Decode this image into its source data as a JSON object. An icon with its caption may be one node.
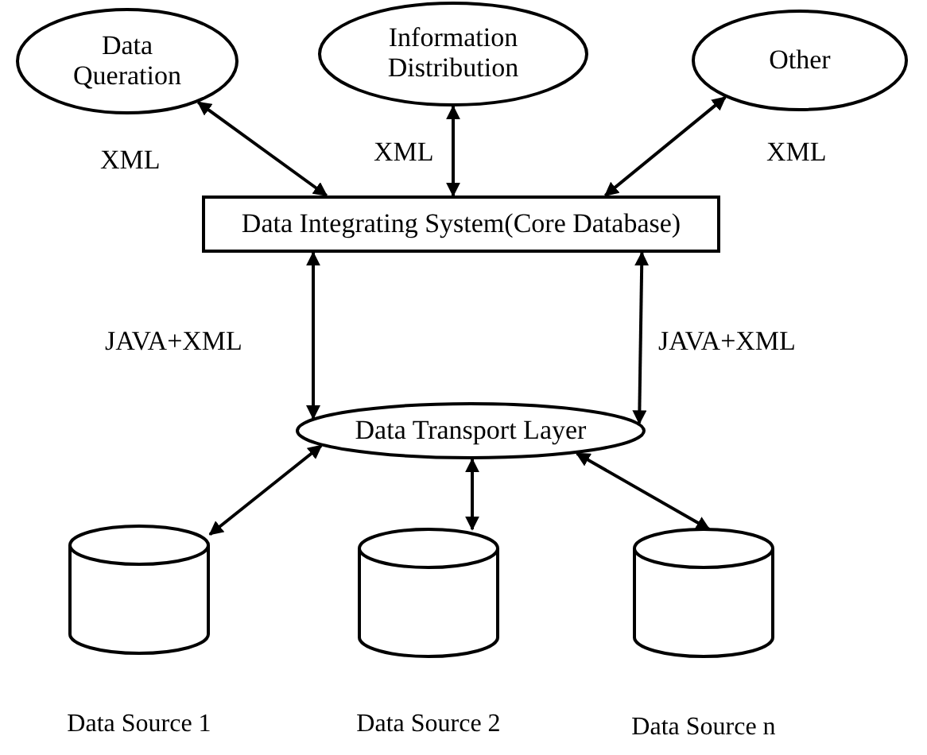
{
  "diagram": {
    "nodes": [
      {
        "text": [
          "Data Queration"
        ]
      },
      {
        "text": [
          "Information Distribution"
        ]
      },
      {
        "text": [
          "Other"
        ]
      },
      {
        "text": [
          "Data Integrating System(Core Database)"
        ]
      },
      {
        "text": [
          "Data Transport Layer"
        ]
      },
      {
        "text": [
          "Data Source 1"
        ]
      },
      {
        "text": [
          "Data Source 2"
        ]
      },
      {
        "text": [
          "Data Source n"
        ]
      }
    ],
    "edges": [
      {
        "from": 0,
        "to": 3,
        "arrow": "both",
        "label": "XML"
      },
      {
        "from": 1,
        "to": 3,
        "arrow": "both",
        "label": "XML"
      },
      {
        "from": 2,
        "to": 3,
        "arrow": "both",
        "label": "XML"
      },
      {
        "from": 3,
        "to": 4,
        "arrow": "both",
        "label": "JAVA+XML"
      },
      {
        "from": 3,
        "to": 4,
        "arrow": "both",
        "label": "JAVA+XML"
      },
      {
        "from": 4,
        "to": 5,
        "arrow": "both"
      },
      {
        "from": 4,
        "to": 6,
        "arrow": "both"
      },
      {
        "from": 4,
        "to": 7,
        "arrow": "both"
      }
    ]
  }
}
